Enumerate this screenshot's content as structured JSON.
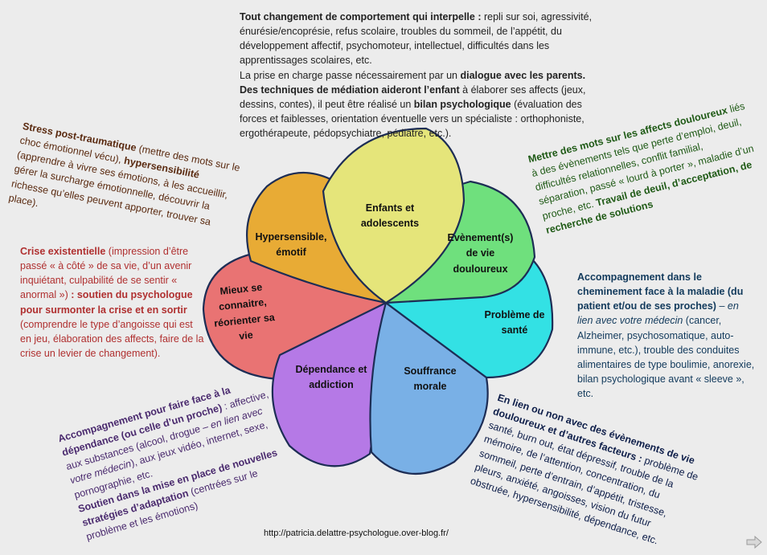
{
  "petals": [
    {
      "id": "hypersensible",
      "label": "Hypersensible, émotif",
      "color": "#e8ab35"
    },
    {
      "id": "enfants",
      "label": "Enfants et adolescents",
      "color": "#e5e57a"
    },
    {
      "id": "evenement",
      "label": "Evènement(s) de vie douloureux",
      "color": "#6fe07d"
    },
    {
      "id": "probleme",
      "label": "Problème de santé",
      "color": "#33e1e4"
    },
    {
      "id": "souffrance",
      "label": "Souffrance morale",
      "color": "#79b0e6"
    },
    {
      "id": "dependance",
      "label": "Dépendance et addiction",
      "color": "#b579e6"
    },
    {
      "id": "mieux",
      "label": "Mieux se connaitre, réorienter sa vie",
      "color": "#e97373"
    }
  ],
  "notes": {
    "top": {
      "p1_bold": "Tout changement de comportement qui interpelle :",
      "p1_rest": " repli sur soi, agressivité, énurésie/encoprésie, refus scolaire, troubles du sommeil, de l’appétit, du développement affectif, psychomoteur, intellectuel, difficultés dans les apprentissages scolaires, etc.",
      "p2_a": "La prise en charge passe nécessairement par un ",
      "p2_bold1": "dialogue avec les parents.",
      "p2_bold2": "Des techniques de médiation aideront l’enfant",
      "p2_b": " à élaborer ses affects (jeux, dessins, contes), il peut être réalisé un ",
      "p2_bold3": "bilan psychologique",
      "p2_c": " (évaluation des forces et faiblesses, orientation éventuelle vers un spécialiste : orthophoniste, ergothérapeute, pédopsychiatre, pédiatre, etc.).",
      "color": "#222222"
    },
    "stress": {
      "bold1": "Stress post-traumatique",
      "t1": " (mettre des mots sur le choc émotionnel vécu), ",
      "bold2": "hypersensibilité",
      "t2": " (apprendre à vivre ses émotions, à les accueillir, gérer la surcharge émotionnelle, découvrir la richesse qu’elles peuvent apporter, trouver sa place).",
      "color": "#5a2a10"
    },
    "crise": {
      "bold1": "Crise existentielle",
      "t1": " (impression d’être passé « à côté » de sa vie, d’un avenir inquiétant, culpabilité de se sentir « anormal »)",
      "bold2": " : soutien du psychologue pour surmonter la crise et en sortir",
      "t2": " (comprendre le type d’angoisse qui est en jeu, élaboration des affects, faire de la crise un levier de changement).",
      "color": "#b03030"
    },
    "mettre": {
      "bold1": "Mettre des mots sur les affects douloureux",
      "t1": " liés à des évènements tels que perte d’emploi, deuil, difficultés relationnelles, conflit familial, séparation, passé « lourd à porter », maladie d’un proche, etc. ",
      "bold2": "Travail de deuil, d’acceptation, de recherche de solutions",
      "color": "#1f5a16"
    },
    "accomp_maladie": {
      "bold1": "Accompagnement dans le cheminement face à la maladie (du patient et/ou de ses proches)",
      "t1": " – ",
      "ital": "en lien avec votre médecin",
      "t2": " (cancer, Alzheimer, psychosomatique, auto-immune, etc.), trouble des conduites alimentaires de type boulimie, anorexie, bilan psychologique avant « sleeve », etc.",
      "color": "#123a5c"
    },
    "dependance": {
      "bold1": "Accompagnement pour faire face à la dépendance (ou celle d’un proche)",
      "t1": " : affective, aux substances (alcool, drogue – ",
      "ital": "en lien avec votre médecin",
      "t2": "), aux jeux vidéo, internet, sexe, pornographie, etc.",
      "bold2": "Soutien dans la mise en place de nouvelles stratégies d’adaptation",
      "t3": " (centrées sur le problème et les émotions)",
      "color": "#4a2a6e"
    },
    "lien": {
      "bold1": "En lien ou non avec des évènements de vie douloureux et d’autres facteurs :",
      "t1": " problème de santé, burn out, état dépressif, trouble de la mémoire, de l’attention, concentration, du sommeil, perte d’entrain, d’appétit, tristesse, pleurs, anxiété, angoisses, vision du futur obstruée, hypersensibilité, dépendance, etc.",
      "color": "#0f1f4a"
    }
  },
  "footer": {
    "url": "http://patricia.delattre-psychologue.over-blog.fr/"
  }
}
